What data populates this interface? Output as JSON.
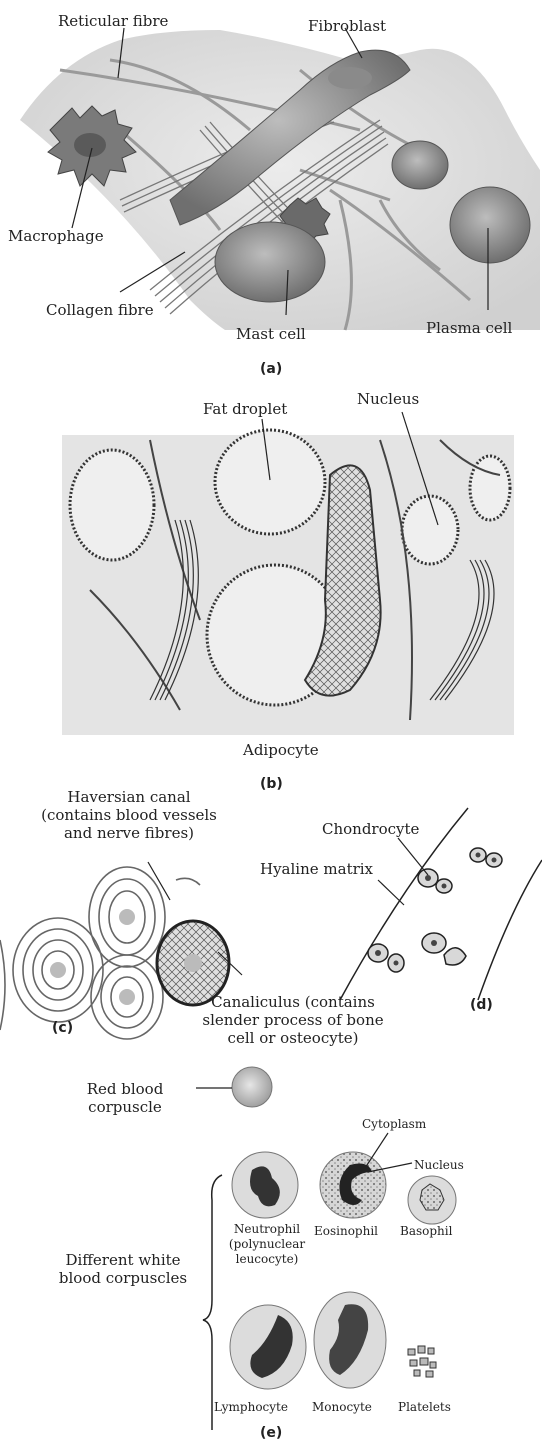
{
  "panel_a": {
    "reticular_fibre": "Reticular fibre",
    "fibroblast": "Fibroblast",
    "macrophage": "Macrophage",
    "collagen_fibre": "Collagen fibre",
    "mast_cell": "Mast cell",
    "plasma_cell": "Plasma cell",
    "caption": "(a)"
  },
  "panel_b": {
    "fat_droplet": "Fat droplet",
    "nucleus": "Nucleus",
    "adipocyte": "Adipocyte",
    "caption": "(b)"
  },
  "panel_c": {
    "haversian_line1": "Haversian canal",
    "haversian_line2": "(contains blood vessels",
    "haversian_line3": "and nerve fibres)",
    "canaliculus_line1": "Canaliculus (contains",
    "canaliculus_line2": "slender process of bone",
    "canaliculus_line3": "cell or osteocyte)",
    "caption": "(c)"
  },
  "panel_d": {
    "chondrocyte": "Chondrocyte",
    "hyaline_matrix": "Hyaline matrix",
    "caption": "(d)"
  },
  "panel_e": {
    "rbc_line1": "Red blood",
    "rbc_line2": "corpuscle",
    "cytoplasm": "Cytoplasm",
    "nucleus": "Nucleus",
    "wbc_line1": "Different white",
    "wbc_line2": "blood corpuscles",
    "neutrophil_line1": "Neutrophil",
    "neutrophil_line2": "(polynuclear",
    "neutrophil_line3": "leucocyte)",
    "eosinophil": "Eosinophil",
    "basophil": "Basophil",
    "lymphocyte": "Lymphocyte",
    "monocyte": "Monocyte",
    "platelets": "Platelets",
    "caption": "(e)"
  }
}
